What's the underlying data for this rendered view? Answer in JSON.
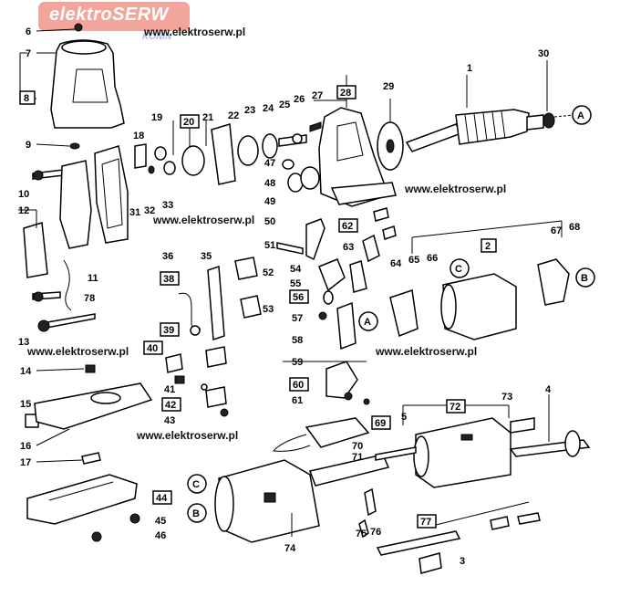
{
  "logo": {
    "main": "elektroSERW",
    "sub": "KONIN"
  },
  "watermarks": [
    "www.elektroserw.pl",
    "www.elektroserw.pl",
    "www.elektroserw.pl",
    "www.elektroserw.pl",
    "www.elektroserw.pl",
    "www.elektroserw.pl"
  ],
  "part_labels": [
    "1",
    "3",
    "4",
    "5",
    "6",
    "7",
    "9",
    "10",
    "11",
    "12",
    "13",
    "14",
    "15",
    "16",
    "17",
    "18",
    "19",
    "21",
    "22",
    "23",
    "24",
    "25",
    "26",
    "27",
    "29",
    "30",
    "31",
    "32",
    "33",
    "35",
    "36",
    "41",
    "43",
    "45",
    "46",
    "47",
    "48",
    "49",
    "50",
    "51",
    "52",
    "53",
    "54",
    "55",
    "57",
    "58",
    "59",
    "61",
    "63",
    "64",
    "65",
    "66",
    "67",
    "68",
    "70",
    "71",
    "73",
    "74",
    "75",
    "76",
    "78"
  ],
  "boxed_labels": [
    "8",
    "20",
    "28",
    "38",
    "39",
    "40",
    "42",
    "44",
    "56",
    "60",
    "62",
    "69",
    "72",
    "77",
    "2"
  ],
  "circle_labels": [
    "A",
    "A",
    "C",
    "C",
    "B",
    "B"
  ]
}
